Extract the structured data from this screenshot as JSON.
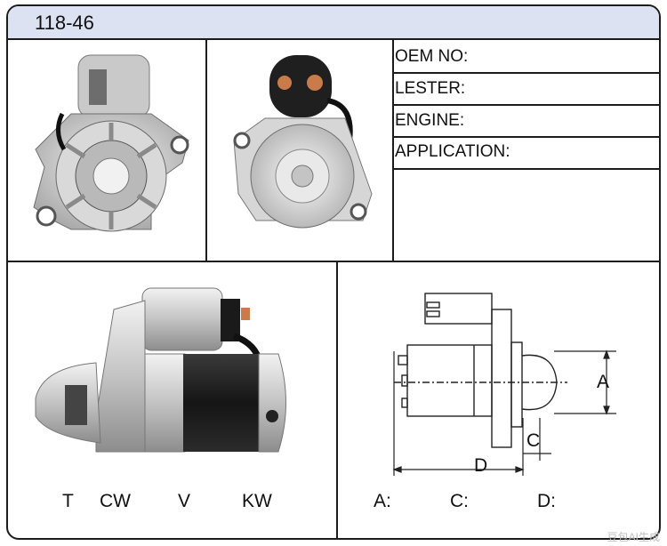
{
  "header": {
    "title": "118-46"
  },
  "specs": {
    "oem_no": "OEM NO:",
    "lester": "LESTER:",
    "engine": "ENGINE:",
    "application": "APPLICATION:"
  },
  "rotation_row": {
    "t": "T",
    "cw": "CW",
    "v": "V",
    "kw": "KW"
  },
  "dimension_row": {
    "a": "A:",
    "c": "C:",
    "d": "D:"
  },
  "drawing": {
    "a": "A",
    "c": "C",
    "d": "D"
  },
  "watermark": "豆包AI生成"
}
